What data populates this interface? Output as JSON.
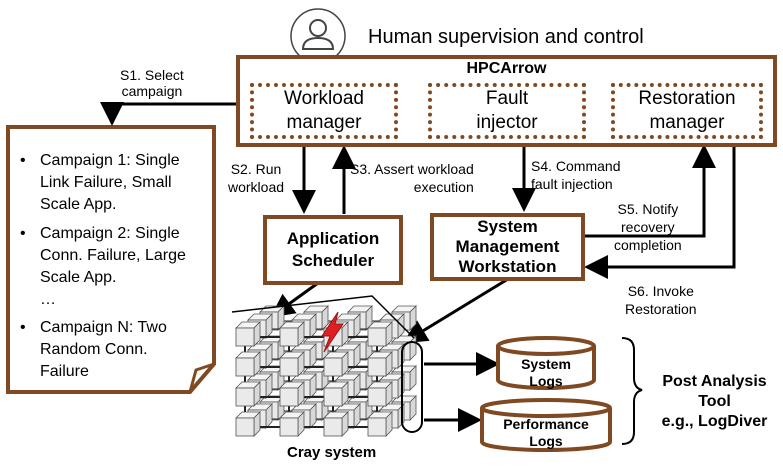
{
  "supervision": {
    "label": "Human supervision and control"
  },
  "hpcarrow": {
    "title": "HPCArrow",
    "workload_manager": "Workload\nmanager",
    "fault_injector": "Fault\ninjector",
    "restoration_manager": "Restoration\nmanager"
  },
  "steps": {
    "s1": "S1. Select\ncampaign",
    "s2": "S2. Run\nworkload",
    "s3": "S3. Assert workload\nexecution",
    "s4": "S4. Command\nfault injection",
    "s5": "S5. Notify\nrecovery\ncompletion",
    "s6": "S6. Invoke\nRestoration"
  },
  "campaigns": [
    "Campaign 1: Single\nLink Failure, Small\nScale App.",
    "Campaign 2: Single\nConn. Failure, Large\nScale App.",
    "Campaign N: Two\nRandom Conn.\nFailure"
  ],
  "campaign_ellipsis": "…",
  "app_scheduler": "Application\nScheduler",
  "sys_mgmt": "System\nManagement\nWorkstation",
  "cray": "Cray system",
  "logs": {
    "system": "System\nLogs",
    "performance": "Performance\nLogs"
  },
  "post_analysis": "Post Analysis Tool\ne.g., LogDiver",
  "icons": {
    "person": "person-icon",
    "lightning": "lightning-icon"
  },
  "colors": {
    "border": "#7f4a22",
    "fault": "#e02020"
  }
}
